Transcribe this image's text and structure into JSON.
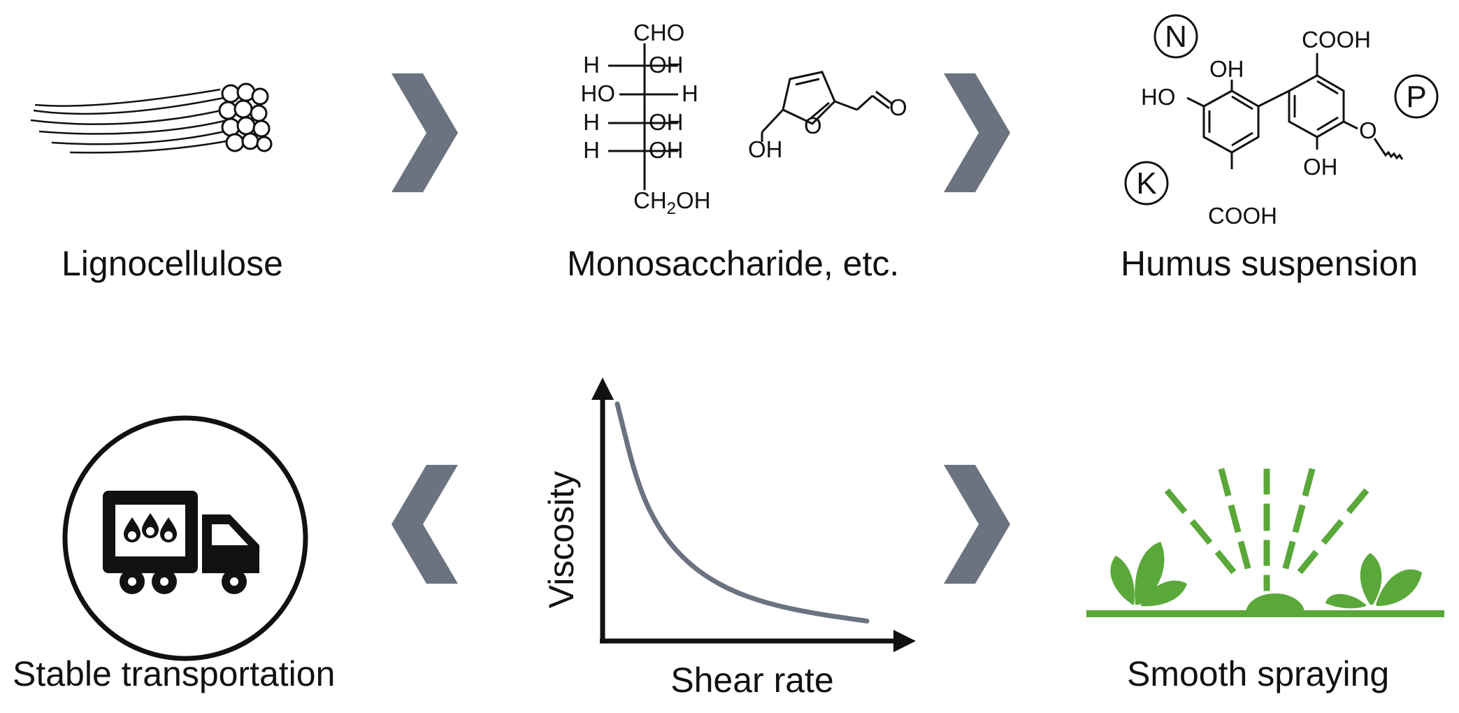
{
  "labels": {
    "lignocellulose": "Lignocellulose",
    "monosaccharide": "Monosaccharide, etc.",
    "humus": "Humus suspension",
    "transport": "Stable transportation",
    "shear": "Shear rate",
    "viscosity": "Viscosity",
    "spraying": "Smooth spraying"
  },
  "sugar": {
    "cho": "CHO",
    "rows": [
      {
        "left": "H",
        "right": "OH"
      },
      {
        "left": "HO",
        "right": "H"
      },
      {
        "left": "H",
        "right": "OH"
      },
      {
        "left": "H",
        "right": "OH"
      }
    ],
    "ch2oh": "CH",
    "ch2oh_sub": "2",
    "ch2oh_tail": "OH"
  },
  "hmf": {
    "oh": "OH",
    "o_ring": "O",
    "o_ald": "O"
  },
  "humus_structure": {
    "cooh_top": "COOH",
    "cooh_bottom": "COOH",
    "oh_top": "OH",
    "oh_left": "HO",
    "oh_bottom": "OH",
    "o_ether": "O",
    "nutrients": [
      "N",
      "P",
      "K"
    ]
  },
  "colors": {
    "chevron": "#6b7280",
    "curve": "#6b7280",
    "spray_green": "#5aa83a",
    "line": "#111111"
  },
  "chart_data": {
    "type": "line",
    "xlabel": "Shear rate",
    "ylabel": "Viscosity",
    "series": [
      {
        "values": [
          [
            0.05,
            0.95
          ],
          [
            0.12,
            0.62
          ],
          [
            0.2,
            0.43
          ],
          [
            0.3,
            0.3
          ],
          [
            0.42,
            0.21
          ],
          [
            0.56,
            0.15
          ],
          [
            0.72,
            0.11
          ],
          [
            0.9,
            0.08
          ]
        ]
      }
    ]
  }
}
